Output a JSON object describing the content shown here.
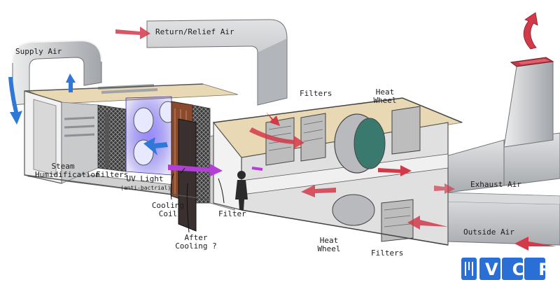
{
  "labels": {
    "supply_air": "Supply Air",
    "return_relief_air": "Return/Relief Air",
    "filters_top": "Filters",
    "heat_wheel_top_1": "Heat",
    "heat_wheel_top_2": "Wheel",
    "steam_humid_1": "Steam",
    "steam_humid_2": "Humidification",
    "filters_left": "Filters",
    "uv_light": "UV Light",
    "uv_anti": "(anti-bactrial)",
    "cooling_1": "Cooling",
    "cooling_2": "Coil",
    "after_1": "After",
    "after_2": "Cooling ?",
    "filter_mid": "Filter",
    "exhaust_air": "Exhaust Air",
    "heat_wheel_bot_1": "Heat",
    "heat_wheel_bot_2": "Wheel",
    "outside_air": "Outside Air",
    "filters_bot": "Filters"
  },
  "logo": {
    "text": "VCR"
  },
  "colors": {
    "duct": "#c7c9cc",
    "duct_dark": "#9a9da2",
    "frame": "#efefef",
    "panel_tan": "#e9d8b4",
    "arrow_red": "#d23a4a",
    "arrow_blue": "#2e78d8",
    "arrow_purple": "#b23fd6",
    "uv_glow": "#6c5cff",
    "logo_blue": "#2a6fd6"
  }
}
